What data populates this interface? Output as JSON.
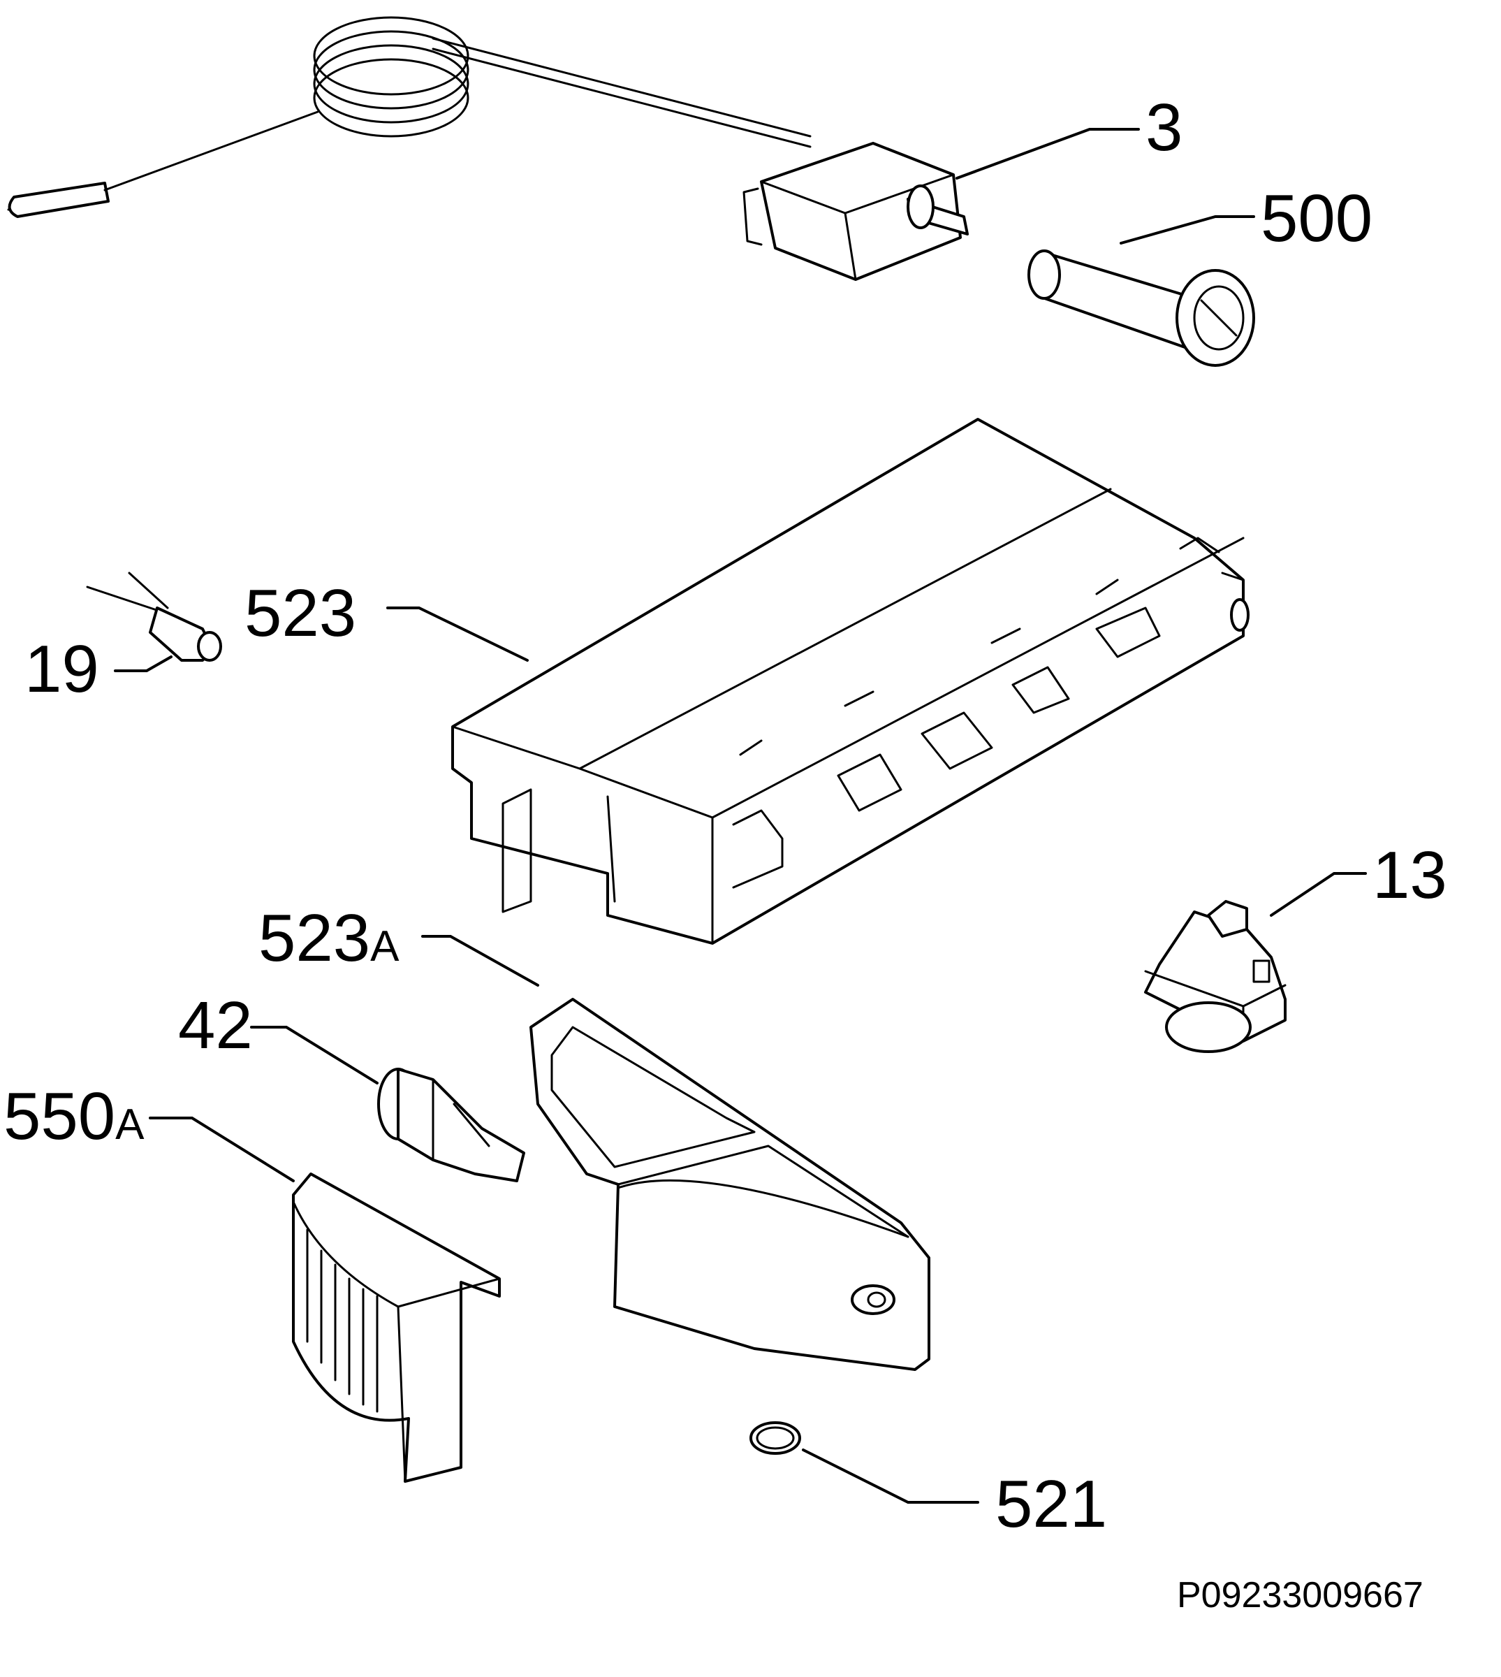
{
  "labels": {
    "p3": "3",
    "p500": "500",
    "p523": "523",
    "p19": "19",
    "p13": "13",
    "p523a_num": "523",
    "p523a_suffix": "A",
    "p42": "42",
    "p550a_num": "550",
    "p550a_suffix": "A",
    "p521": "521"
  },
  "reference_code": "P09233009667"
}
